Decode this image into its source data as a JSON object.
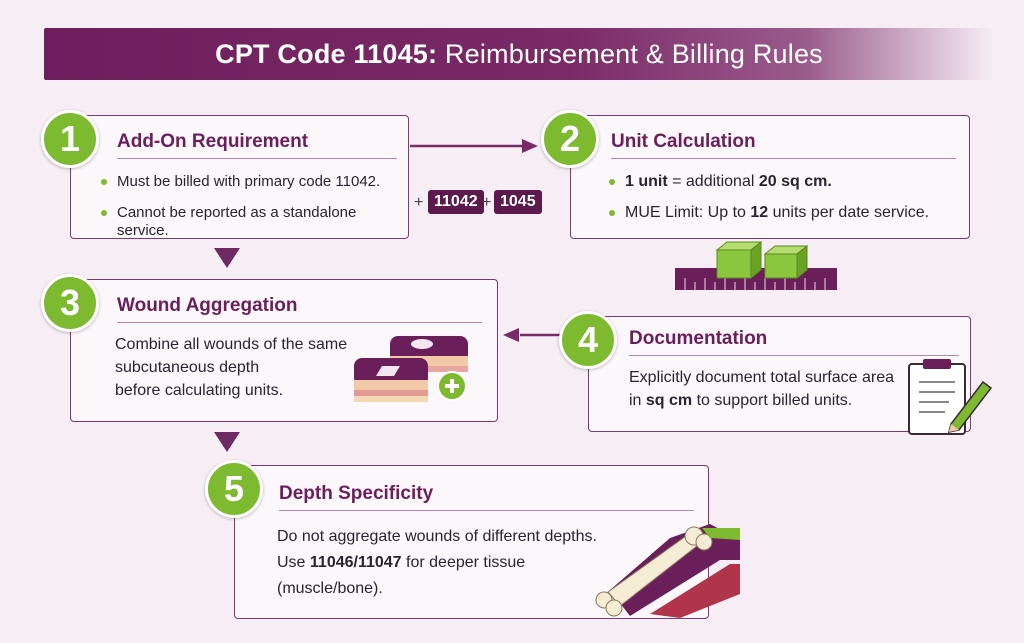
{
  "header": {
    "title_code": "CPT Code 11045:",
    "title_rest": "Reimbursement & Billing Rules"
  },
  "steps": [
    {
      "number": "1",
      "title": "Add-On Requirement",
      "bullets": [
        "Must be billed with primary code 11042.",
        "Cannot be reported as a standalone service."
      ]
    },
    {
      "number": "2",
      "title": "Unit Calculation",
      "bullets": [
        {
          "a": "1 unit",
          "b": " = additional ",
          "c": "20 sq cm."
        },
        {
          "a": "MUE Limit: Up to ",
          "b": "12",
          "c": " units per date service."
        }
      ]
    },
    {
      "number": "3",
      "title": "Wound Aggregation",
      "lines": [
        "Combine all wounds of the same",
        "subcutaneous depth",
        "before calculating units."
      ]
    },
    {
      "number": "4",
      "title": "Documentation",
      "line1": "Explicitly document total surface area",
      "line2_pre": "in ",
      "line2_bold": "sq cm",
      "line2_post": " to support billed units."
    },
    {
      "number": "5",
      "title": "Depth Specificity",
      "line1": "Do not aggregate wounds of different depths.",
      "line2_pre": "Use ",
      "line2_bold": "11046/11047",
      "line2_post": " for deeper tissue",
      "line3": "(muscle/bone)."
    }
  ],
  "code_combo": {
    "plus_left": "+",
    "code_a": "11042",
    "plus_mid": "+",
    "code_b": "1045"
  },
  "colors": {
    "purple": "#6b1f5a",
    "green": "#7dba2f",
    "background": "#f6eef4"
  }
}
